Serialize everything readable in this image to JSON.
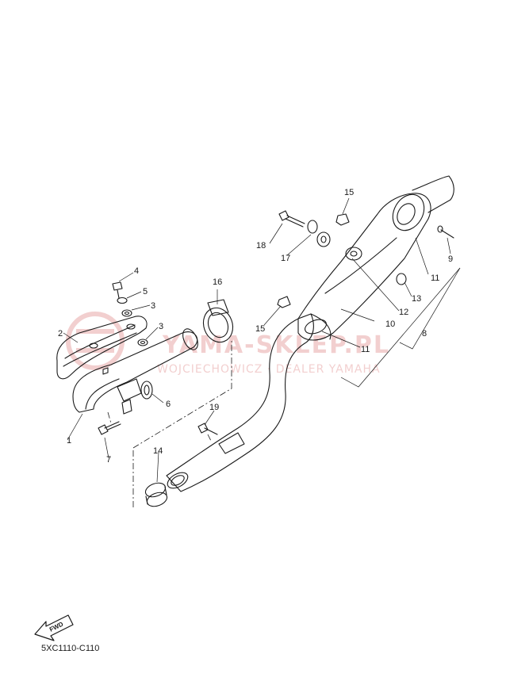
{
  "diagram": {
    "reference_code": "5XC1110-C110",
    "fwd_label": "FWD",
    "watermark": {
      "title": "YAMA-SKLEP.PL",
      "subtitle": "WOJCIECHOWICZ · DEALER YAMAHA",
      "color": "#e8a9a9"
    },
    "callouts": {
      "c1": "1",
      "c2": "2",
      "c3a": "3",
      "c3b": "3",
      "c4": "4",
      "c5": "5",
      "c6": "6",
      "c7": "7",
      "c8": "8",
      "c9": "9",
      "c10": "10",
      "c11a": "11",
      "c11b": "11",
      "c12": "12",
      "c13": "13",
      "c14": "14",
      "c15a": "15",
      "c15b": "15",
      "c16": "16",
      "c17": "17",
      "c18": "18",
      "c19": "19"
    }
  }
}
